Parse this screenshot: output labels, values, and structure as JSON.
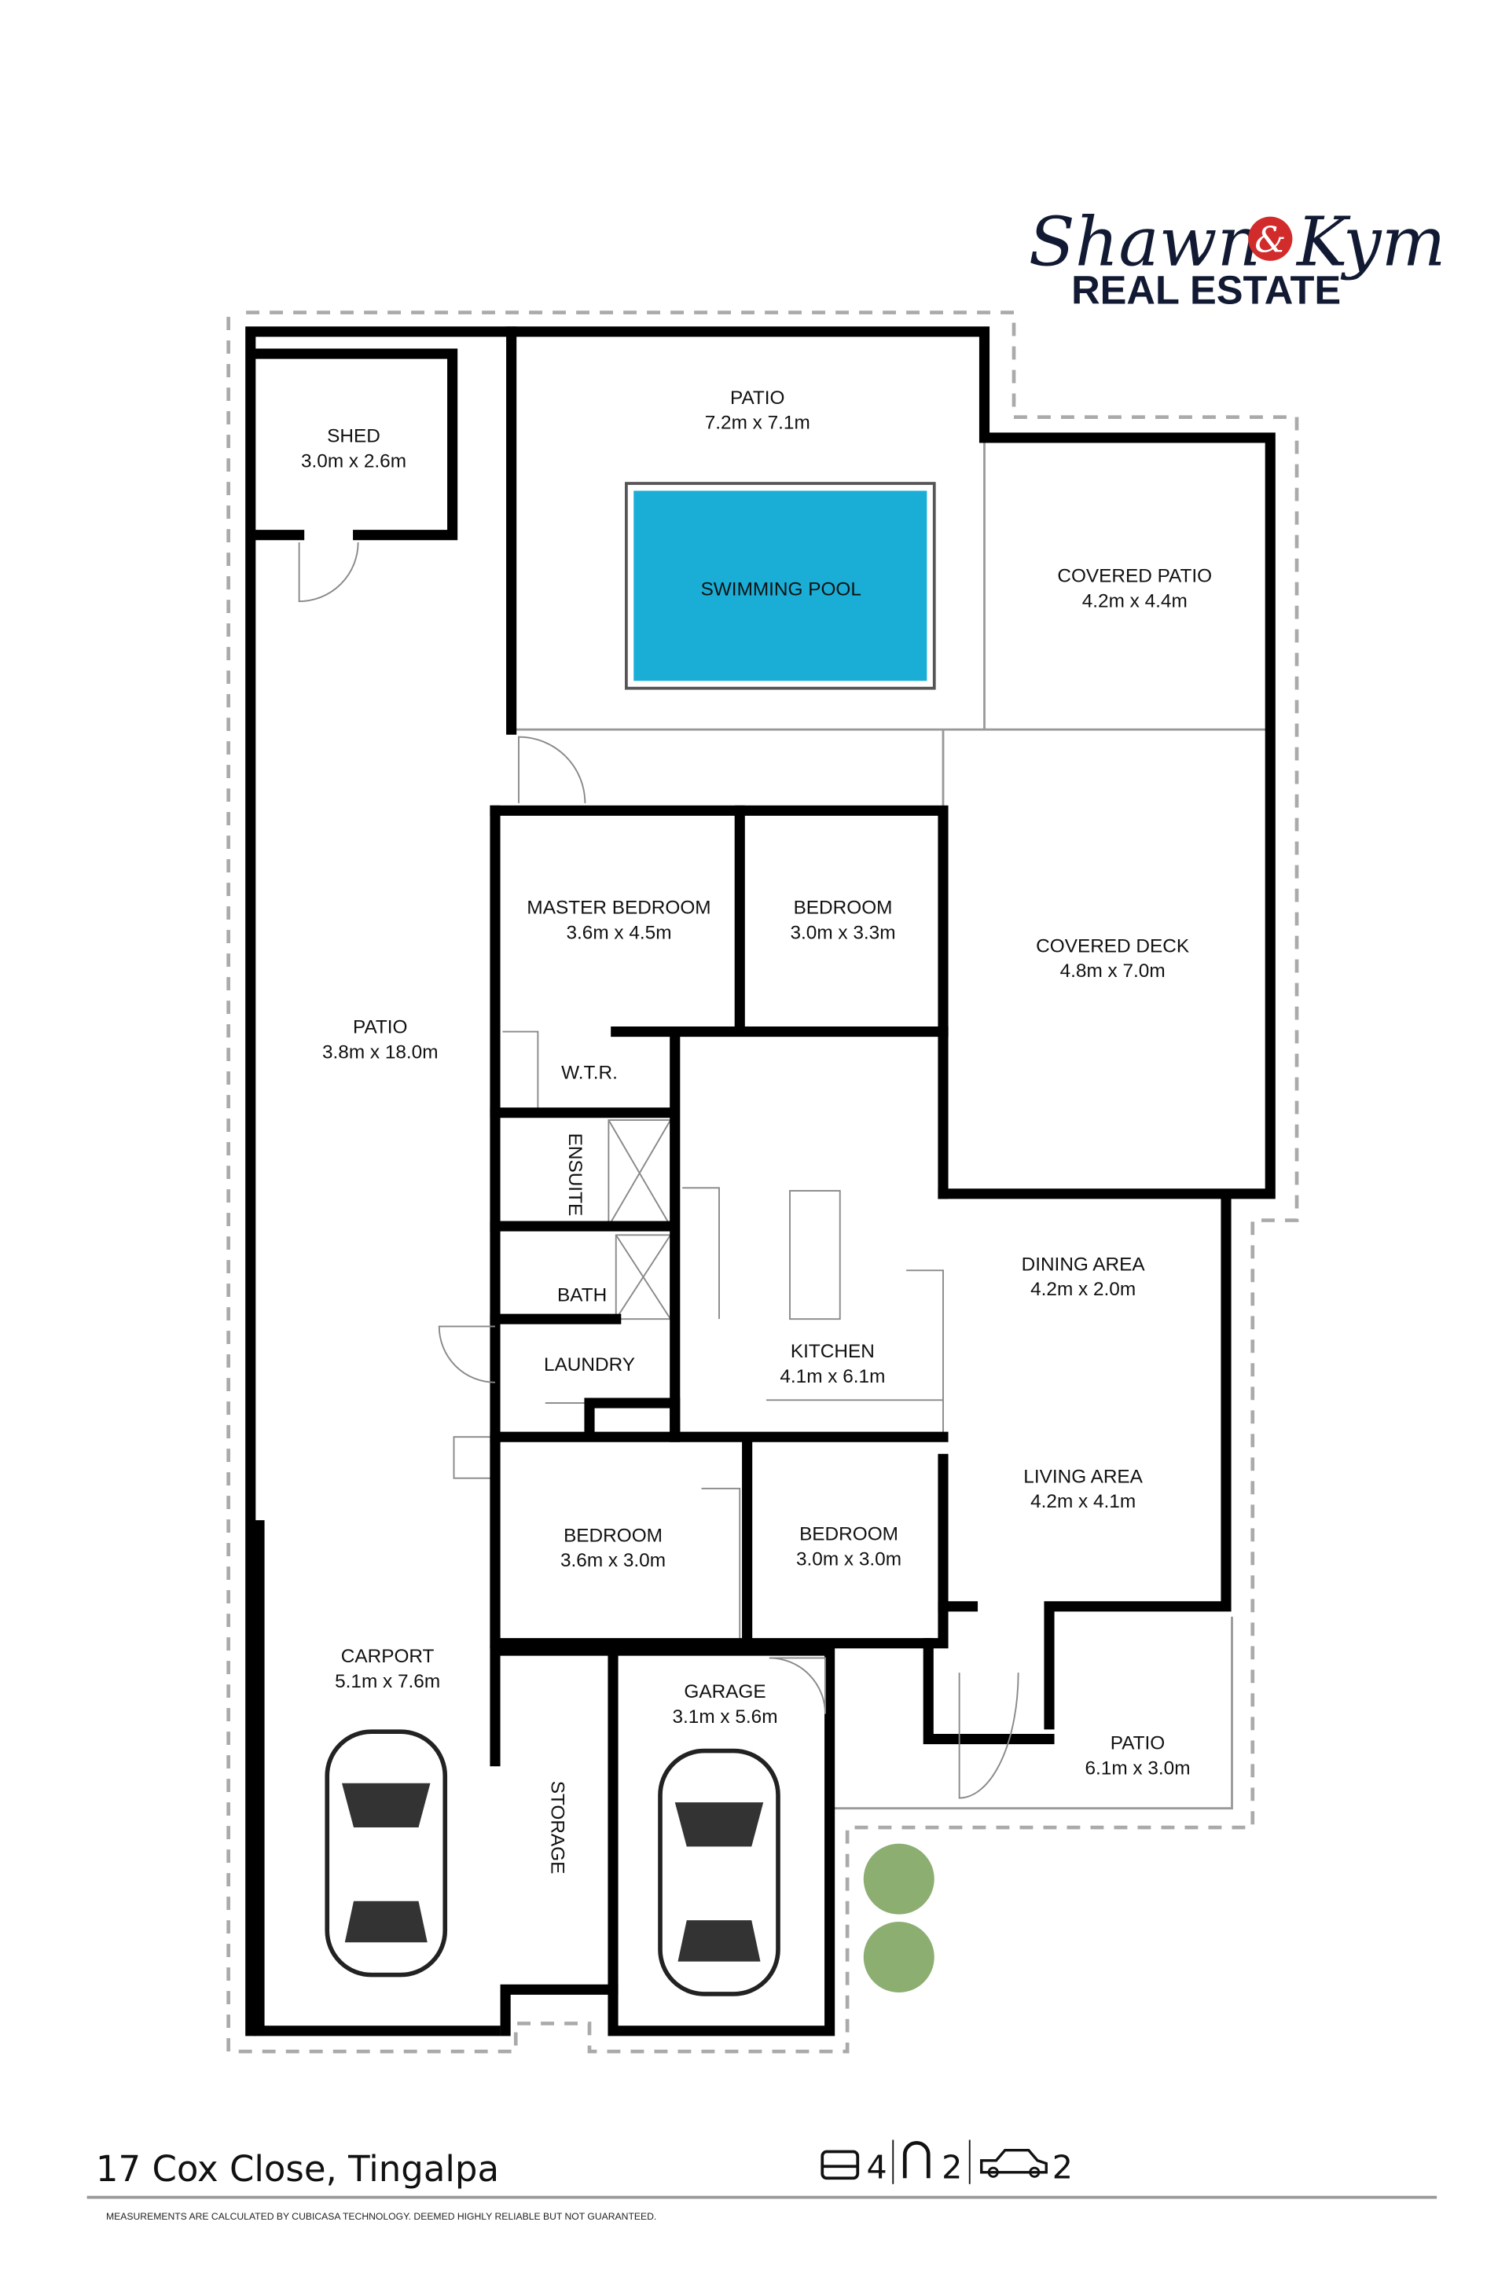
{
  "logo": {
    "script_left": "Shawn",
    "ampersand": "&",
    "script_right": "Kym",
    "line2": "REAL ESTATE",
    "accent_color": "#d22b2b",
    "text_color": "#121a33"
  },
  "rooms": [
    {
      "name": "SHED",
      "size": "3.0m x 2.6m"
    },
    {
      "name": "PATIO",
      "size": "7.2m x 7.1m"
    },
    {
      "name": "SWIMMING POOL",
      "size": ""
    },
    {
      "name": "COVERED PATIO",
      "size": "4.2m x 4.4m"
    },
    {
      "name": "PATIO",
      "size": "3.8m x 18.0m"
    },
    {
      "name": "MASTER BEDROOM",
      "size": "3.6m x 4.5m"
    },
    {
      "name": "BEDROOM",
      "size": "3.0m x 3.3m"
    },
    {
      "name": "COVERED DECK",
      "size": "4.8m x 7.0m"
    },
    {
      "name": "W.T.R.",
      "size": ""
    },
    {
      "name": "ENSUITE",
      "size": ""
    },
    {
      "name": "BATH",
      "size": ""
    },
    {
      "name": "LAUNDRY",
      "size": ""
    },
    {
      "name": "KITCHEN",
      "size": "4.1m x 6.1m"
    },
    {
      "name": "DINING AREA",
      "size": "4.2m x 2.0m"
    },
    {
      "name": "LIVING AREA",
      "size": "4.2m x 4.1m"
    },
    {
      "name": "BEDROOM",
      "size": "3.6m x 3.0m"
    },
    {
      "name": "BEDROOM",
      "size": "3.0m x 3.0m"
    },
    {
      "name": "CARPORT",
      "size": "5.1m x 7.6m"
    },
    {
      "name": "STORAGE",
      "size": ""
    },
    {
      "name": "GARAGE",
      "size": "3.1m x 5.6m"
    },
    {
      "name": "PATIO",
      "size": "6.1m x 3.0m"
    }
  ],
  "pool_color": "#1aaed6",
  "footer": {
    "address": "17 Cox Close, Tingalpa",
    "bedrooms": "4",
    "bathrooms": "2",
    "cars": "2",
    "disclaimer": "MEASUREMENTS ARE CALCULATED BY CUBICASA TECHNOLOGY. DEEMED HIGHLY RELIABLE BUT NOT GUARANTEED."
  }
}
